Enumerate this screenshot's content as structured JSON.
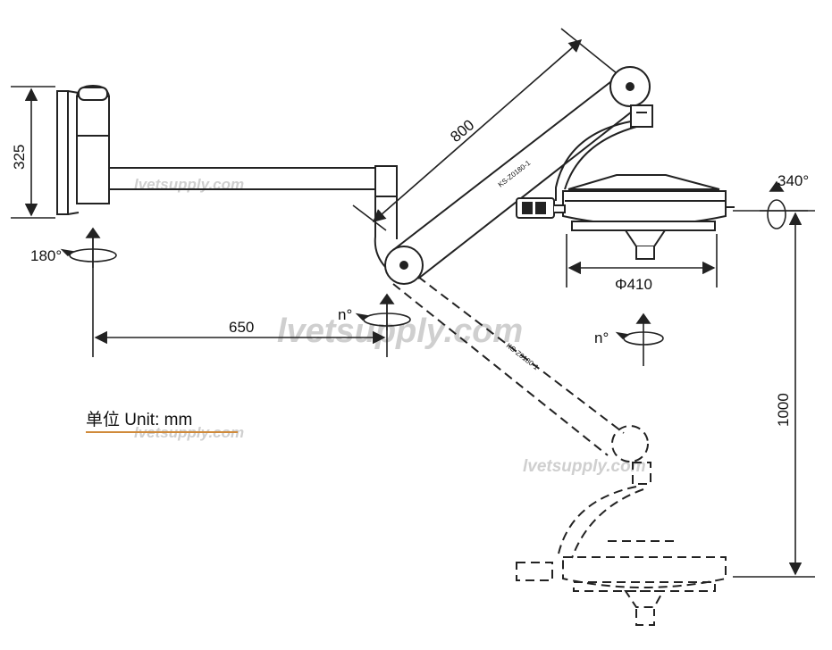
{
  "dimensions": {
    "wall_height": "325",
    "arm_length": "800",
    "reach": "650",
    "head_diameter": "Φ410",
    "vertical_travel": "1000"
  },
  "rotations": {
    "wall_mount": "180°",
    "head": "340°",
    "arm_joint": "n°",
    "lower_joint": "n°"
  },
  "units": {
    "label": "单位 Unit:  mm"
  },
  "watermark": {
    "text": "lvetsupply.com"
  },
  "model_labels": {
    "arm_upper": "KS-Z0180-1",
    "arm_lower": "KS-Z0180-1"
  },
  "colors": {
    "line": "#222222",
    "unit_underline": "#d08a3a",
    "watermark": "#cfcfcf"
  }
}
